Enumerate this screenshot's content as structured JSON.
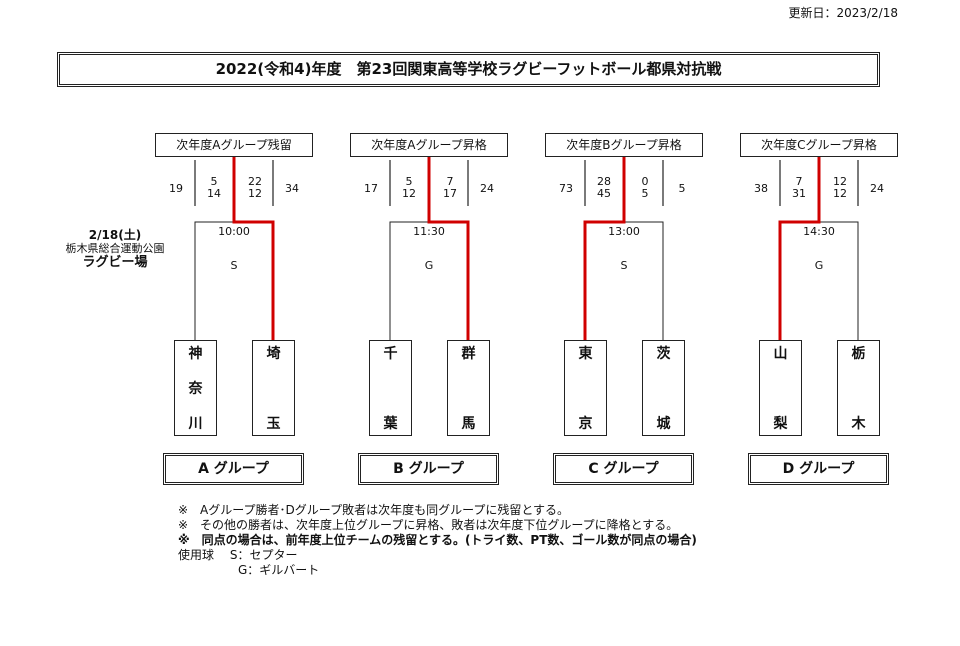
{
  "updated": "更新日：2023/2/18",
  "title": "2022(令和4)年度　第23回関東高等学校ラグビーフットボール都県対抗戦",
  "venue": {
    "date": "2/18(土)",
    "place1": "栃木県総合運動公園",
    "place2": "ラグビー場"
  },
  "matches": [
    {
      "result_label": "次年度Aグループ残留",
      "left_total": "19",
      "left_halves": [
        "5",
        "14"
      ],
      "right_halves": [
        "22",
        "12"
      ],
      "right_total": "34",
      "time": "10:00",
      "ball": "S",
      "left_team": [
        "神",
        "奈",
        "川"
      ],
      "right_team": [
        "埼",
        "玉"
      ],
      "winner": "right",
      "group": "A グループ"
    },
    {
      "result_label": "次年度Aグループ昇格",
      "left_total": "17",
      "left_halves": [
        "5",
        "12"
      ],
      "right_halves": [
        "7",
        "17"
      ],
      "right_total": "24",
      "time": "11:30",
      "ball": "G",
      "left_team": [
        "千",
        "葉"
      ],
      "right_team": [
        "群",
        "馬"
      ],
      "winner": "right",
      "group": "B グループ"
    },
    {
      "result_label": "次年度Bグループ昇格",
      "left_total": "73",
      "left_halves": [
        "28",
        "45"
      ],
      "right_halves": [
        "0",
        "5"
      ],
      "right_total": "5",
      "time": "13:00",
      "ball": "S",
      "left_team": [
        "東",
        "京"
      ],
      "right_team": [
        "茨",
        "城"
      ],
      "winner": "left",
      "group": "C グループ"
    },
    {
      "result_label": "次年度Cグループ昇格",
      "left_total": "38",
      "left_halves": [
        "7",
        "31"
      ],
      "right_halves": [
        "12",
        "12"
      ],
      "right_total": "24",
      "time": "14:30",
      "ball": "G",
      "left_team": [
        "山",
        "梨"
      ],
      "right_team": [
        "栃",
        "木"
      ],
      "winner": "left",
      "group": "D グループ"
    }
  ],
  "notes": [
    "※　Aグループ勝者･Dグループ敗者は次年度も同グループに残留とする。",
    "※　その他の勝者は、次年度上位グループに昇格、敗者は次年度下位グループに降格とする。",
    "※　同点の場合は、前年度上位チームの残留とする。(トライ数、PT数、ゴール数が同点の場合)"
  ],
  "ball_label": "使用球",
  "balls": [
    "S：セプター",
    "G：ギルバート"
  ],
  "colors": {
    "winner_line": "#d00000"
  }
}
